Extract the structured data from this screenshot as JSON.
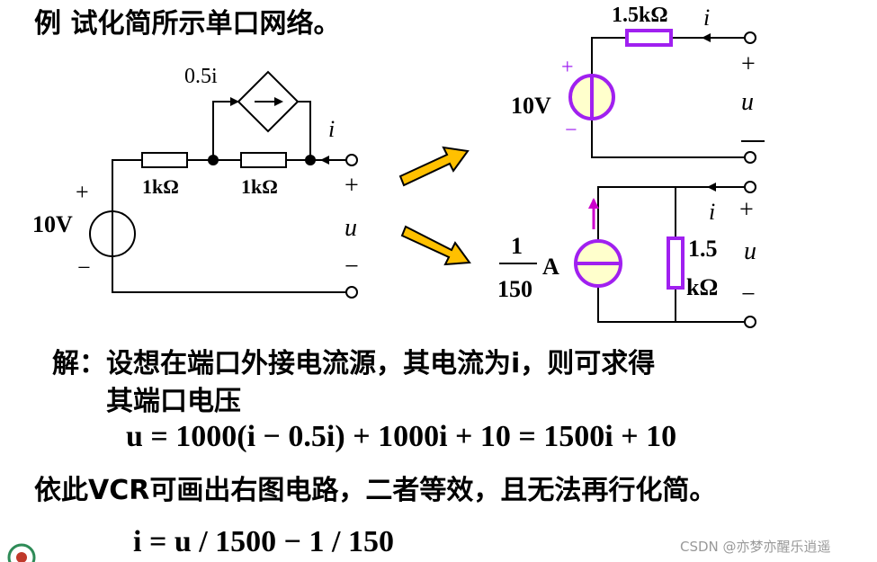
{
  "title": "例  试化简所示单口网络。",
  "left_circuit": {
    "dep_source": "0.5i",
    "r1": "1kΩ",
    "r2": "1kΩ",
    "current": "i",
    "voltage_source": "10V",
    "plus": "+",
    "minus": "−",
    "port_plus": "+",
    "port_voltage": "u",
    "port_minus": "−"
  },
  "right_top": {
    "resistor": "1.5kΩ",
    "current": "i",
    "source": "10V",
    "plus": "+",
    "minus": "−",
    "port_plus": "+",
    "port_voltage": "u",
    "port_minus": "−"
  },
  "right_bottom": {
    "current_num": "1",
    "current_den": "150",
    "current_unit": "A",
    "res_line1": "1.5",
    "res_line2": "kΩ",
    "current": "i",
    "port_plus": "+",
    "port_voltage": "u",
    "port_minus": "−"
  },
  "solution": {
    "line1": "解：设想在端口外接电流源，其电流为i，则可求得",
    "line2": "其端口电压",
    "eq1": "u = 1000(i − 0.5i) + 1000i + 10 = 1500i + 10",
    "line3": "依此VCR可画出右图电路，二者等效，且无法再行化简。",
    "eq2": "i = u / 1500 − 1 / 150"
  },
  "watermark": "CSDN @亦梦亦醒乐逍遥",
  "colors": {
    "purple": "#a020f0",
    "source_fill": "#ffffcc",
    "arrow_fill": "#ffc000",
    "magenta_arrow": "#cc00cc"
  }
}
